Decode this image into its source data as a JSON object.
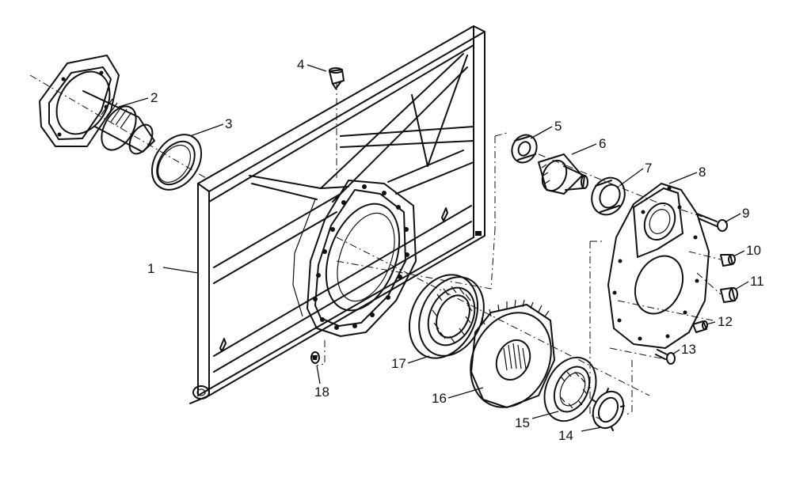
{
  "callouts": [
    {
      "id": "1",
      "label": "1"
    },
    {
      "id": "2",
      "label": "2"
    },
    {
      "id": "3",
      "label": "3"
    },
    {
      "id": "4",
      "label": "4"
    },
    {
      "id": "5",
      "label": "5"
    },
    {
      "id": "6",
      "label": "6"
    },
    {
      "id": "7",
      "label": "7"
    },
    {
      "id": "8",
      "label": "8"
    },
    {
      "id": "9",
      "label": "9"
    },
    {
      "id": "10",
      "label": "10"
    },
    {
      "id": "11",
      "label": "11"
    },
    {
      "id": "12",
      "label": "12"
    },
    {
      "id": "13",
      "label": "13"
    },
    {
      "id": "14",
      "label": "14"
    },
    {
      "id": "15",
      "label": "15"
    },
    {
      "id": "16",
      "label": "16"
    },
    {
      "id": "17",
      "label": "17"
    },
    {
      "id": "18",
      "label": "18"
    }
  ],
  "colors": {
    "ink": "#111111",
    "background": "#ffffff"
  }
}
